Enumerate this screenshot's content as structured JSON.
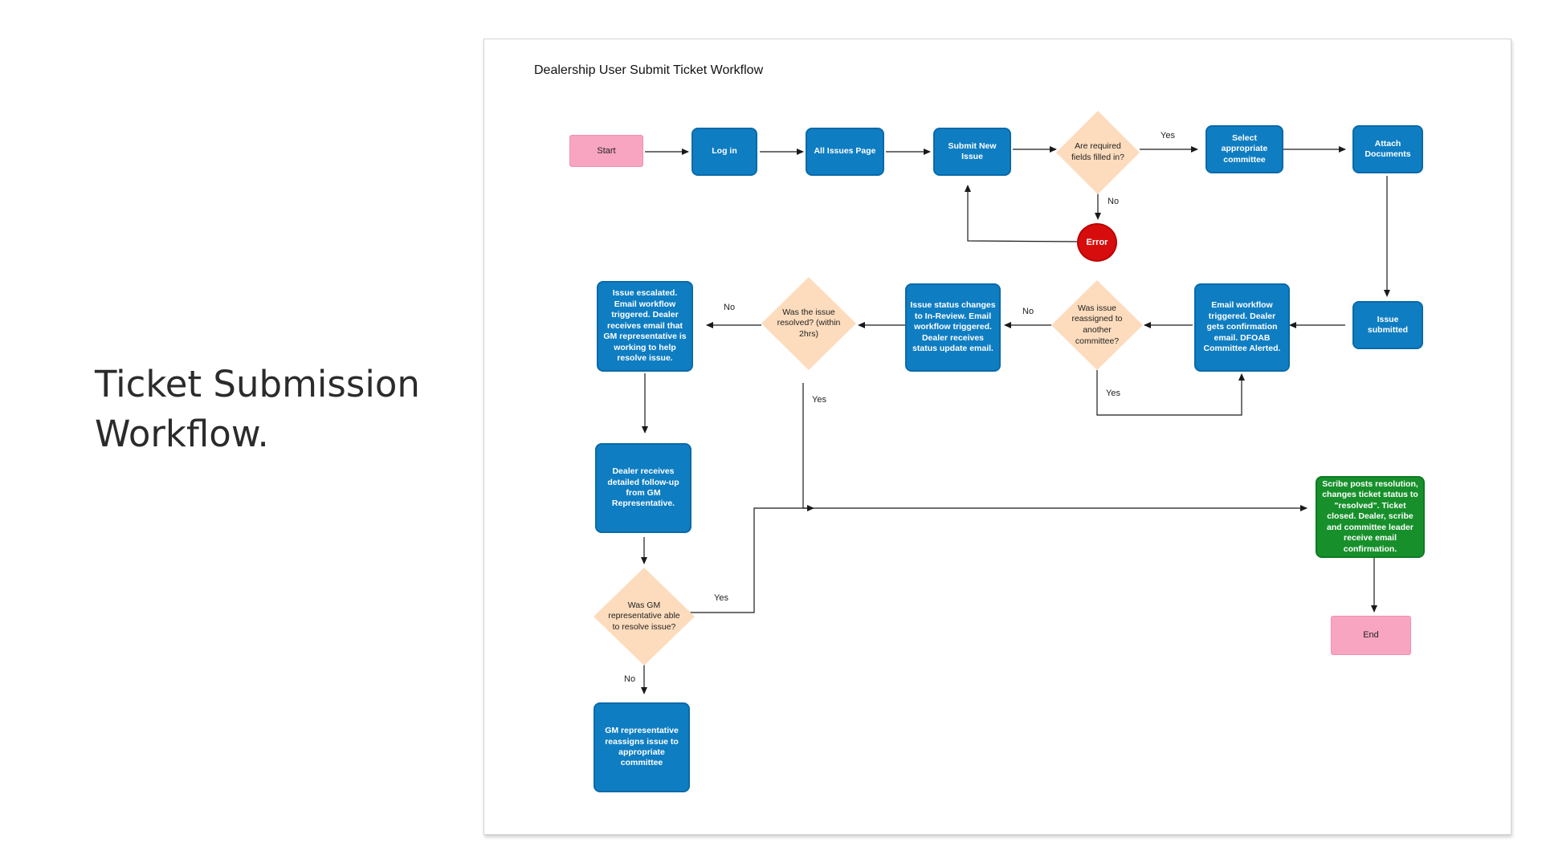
{
  "slide": {
    "title": "Ticket Submission Workflow."
  },
  "diagram": {
    "title": "Dealership User Submit Ticket Workflow",
    "nodes": {
      "start": "Start",
      "login": "Log in",
      "all_issues": "All Issues Page",
      "submit_new": "Submit New Issue",
      "required_fields": "Are required fields filled in?",
      "select_committee": "Select appropriate committee",
      "attach_docs": "Attach Documents",
      "error": "Error",
      "issue_submitted": "Issue submitted",
      "email_workflow": "Email workflow triggered. Dealer gets confirmation email. DFOAB Committee Alerted.",
      "reassigned_q": "Was issue reassigned to another committee?",
      "status_change": "Issue status changes to In-Review. Email workflow triggered. Dealer receives status update email.",
      "resolved_q": "Was the issue resolved? (within 2hrs)",
      "escalated": "Issue escalated. Email workflow triggered. Dealer receives email that GM representative is working to help resolve issue.",
      "followup": "Dealer receives detailed follow-up from GM Representative.",
      "gm_resolve_q": "Was GM representative able to resolve issue?",
      "gm_reassign": "GM representative reassigns issue to appropriate committee",
      "scribe": "Scribe posts resolution, changes ticket status to \"resolved\". Ticket closed. Dealer, scribe and committee leader receive email confirmation.",
      "end": "End"
    },
    "edge_labels": {
      "yes_fields": "Yes",
      "no_fields": "No",
      "no_reassign": "No",
      "yes_reassign": "Yes",
      "no_resolved": "No",
      "yes_resolved": "Yes",
      "yes_gm": "Yes",
      "no_gm": "No"
    },
    "colors": {
      "process": "#0f7dc2",
      "terminal": "#f8a5c2",
      "decision": "#fddcbd",
      "error": "#d70d0d",
      "resolution": "#17902b"
    }
  }
}
